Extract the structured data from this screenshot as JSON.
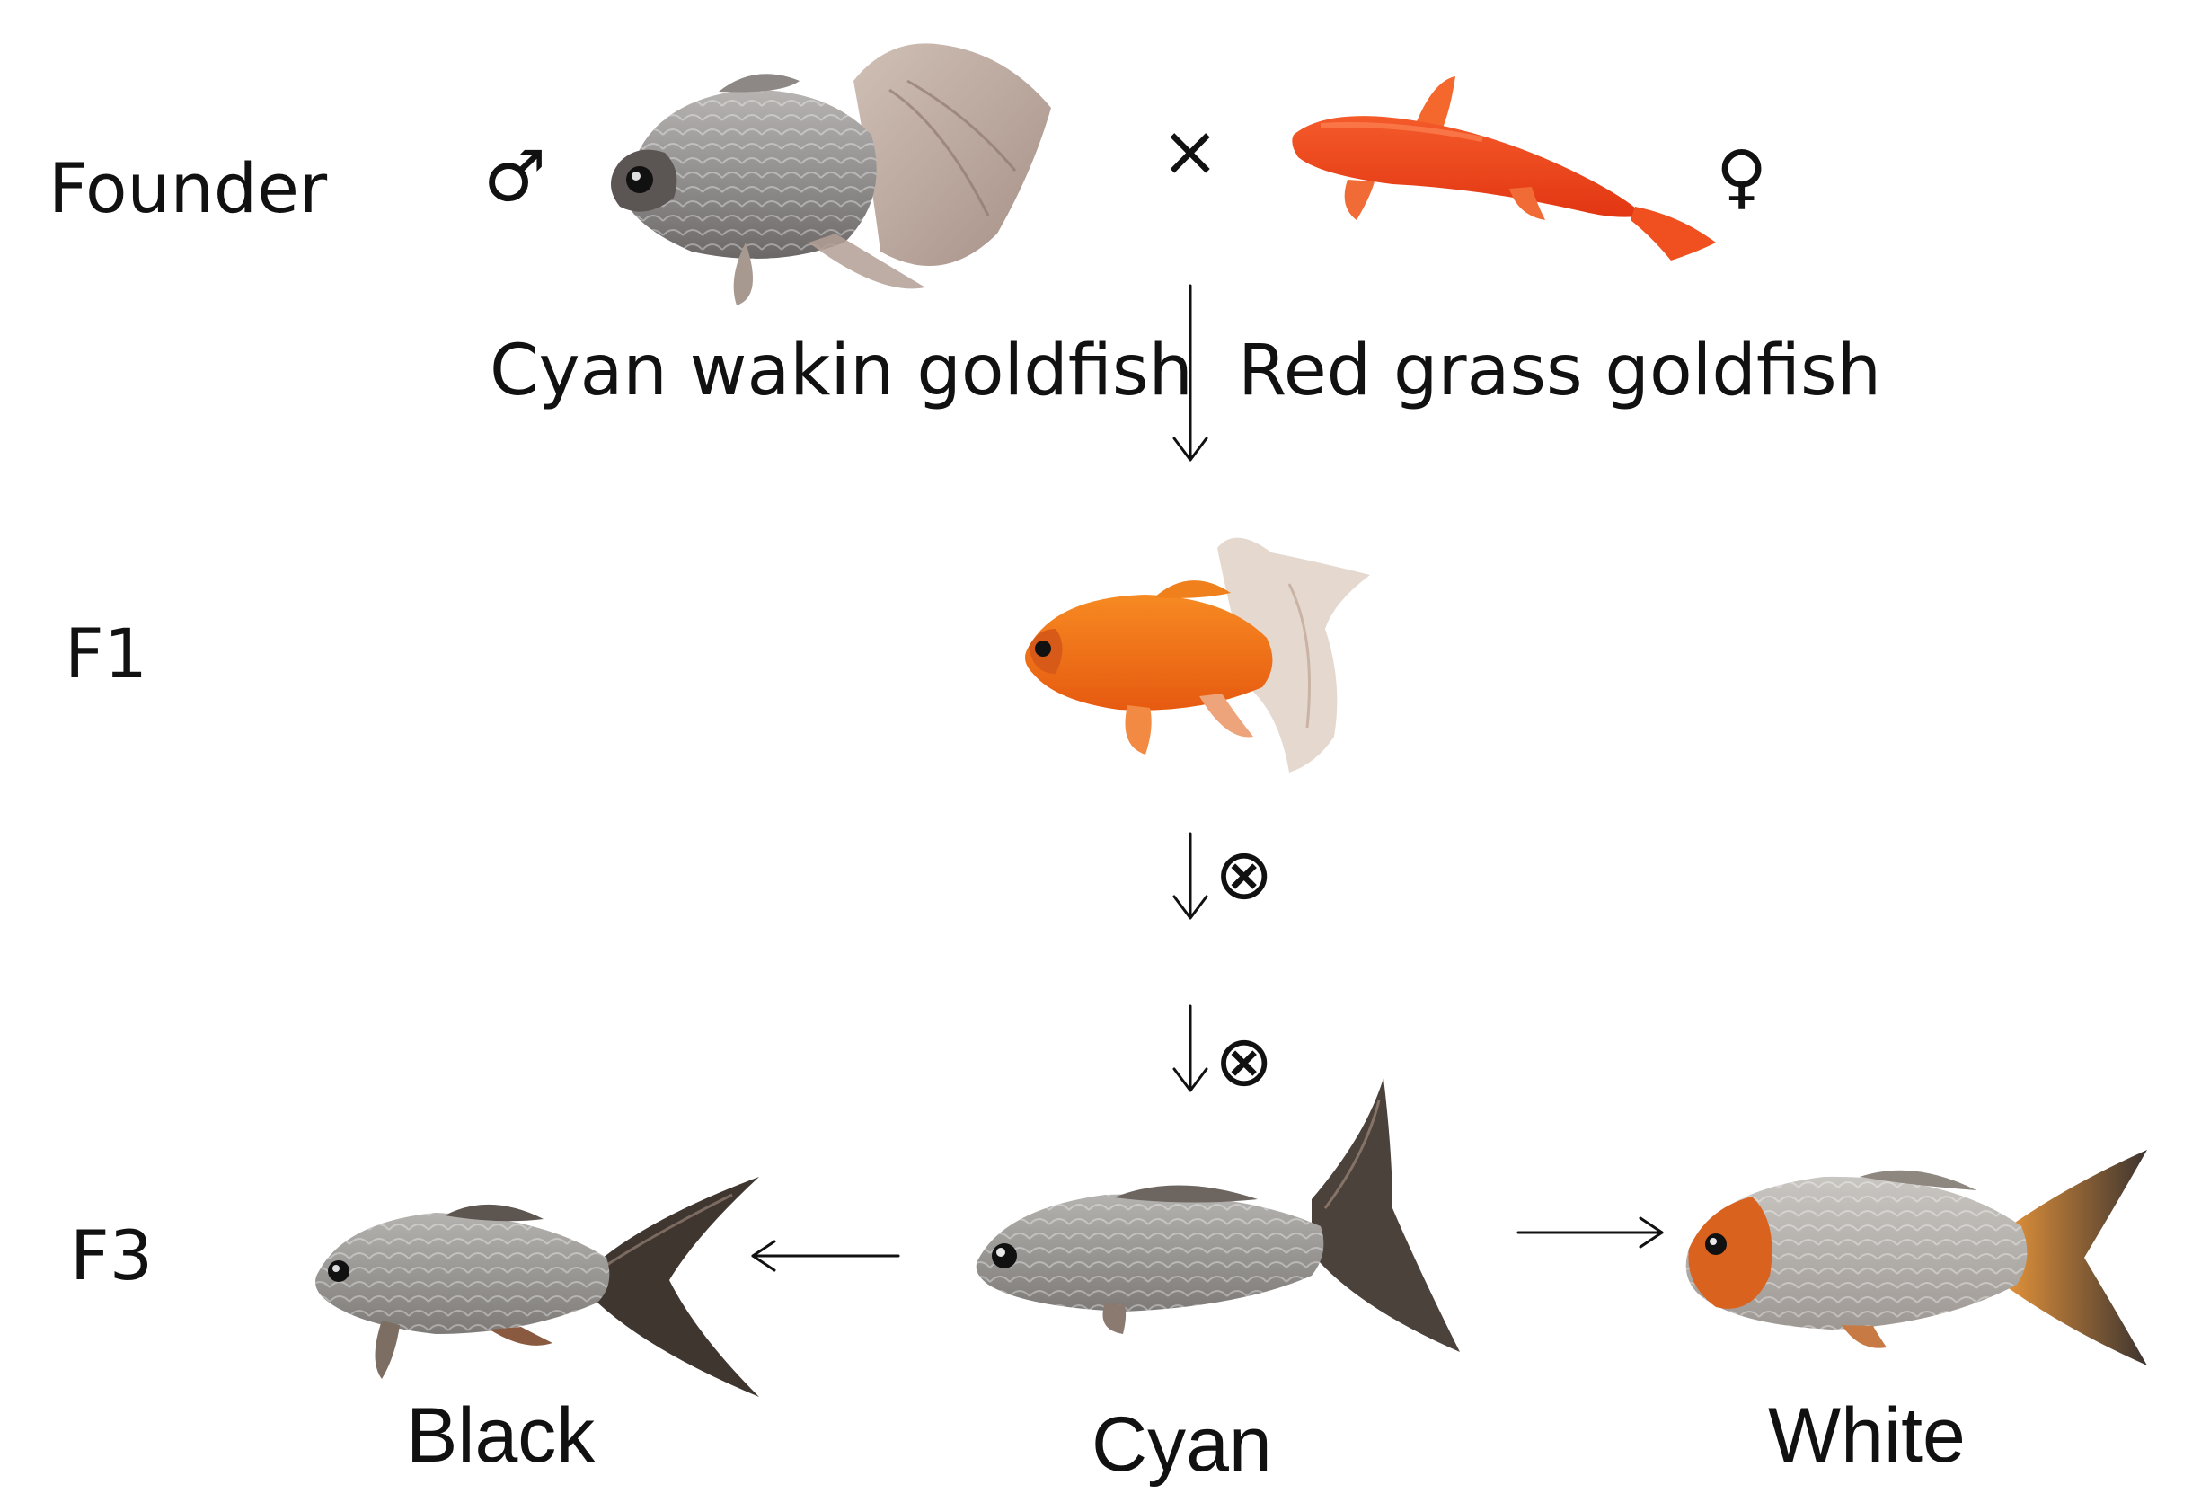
{
  "generations": {
    "founder": "Founder",
    "f1": "F1",
    "f3": "F3"
  },
  "symbols": {
    "male": "♂",
    "female": "♀",
    "cross": "×",
    "selfing": "⊗"
  },
  "founders": {
    "male_name": "Cyan wakin goldfish",
    "female_name": "Red grass goldfish"
  },
  "f3_phenotypes": {
    "left": "Black",
    "center": "Cyan",
    "right": "White"
  },
  "colors": {
    "cyan_body": "#9a9a98",
    "cyan_fin": "#a08a80",
    "red_body": "#ee3a1a",
    "orange_body": "#f07818",
    "white_head": "#d8621e",
    "black_tail": "#3f3630",
    "text": "#111111"
  }
}
